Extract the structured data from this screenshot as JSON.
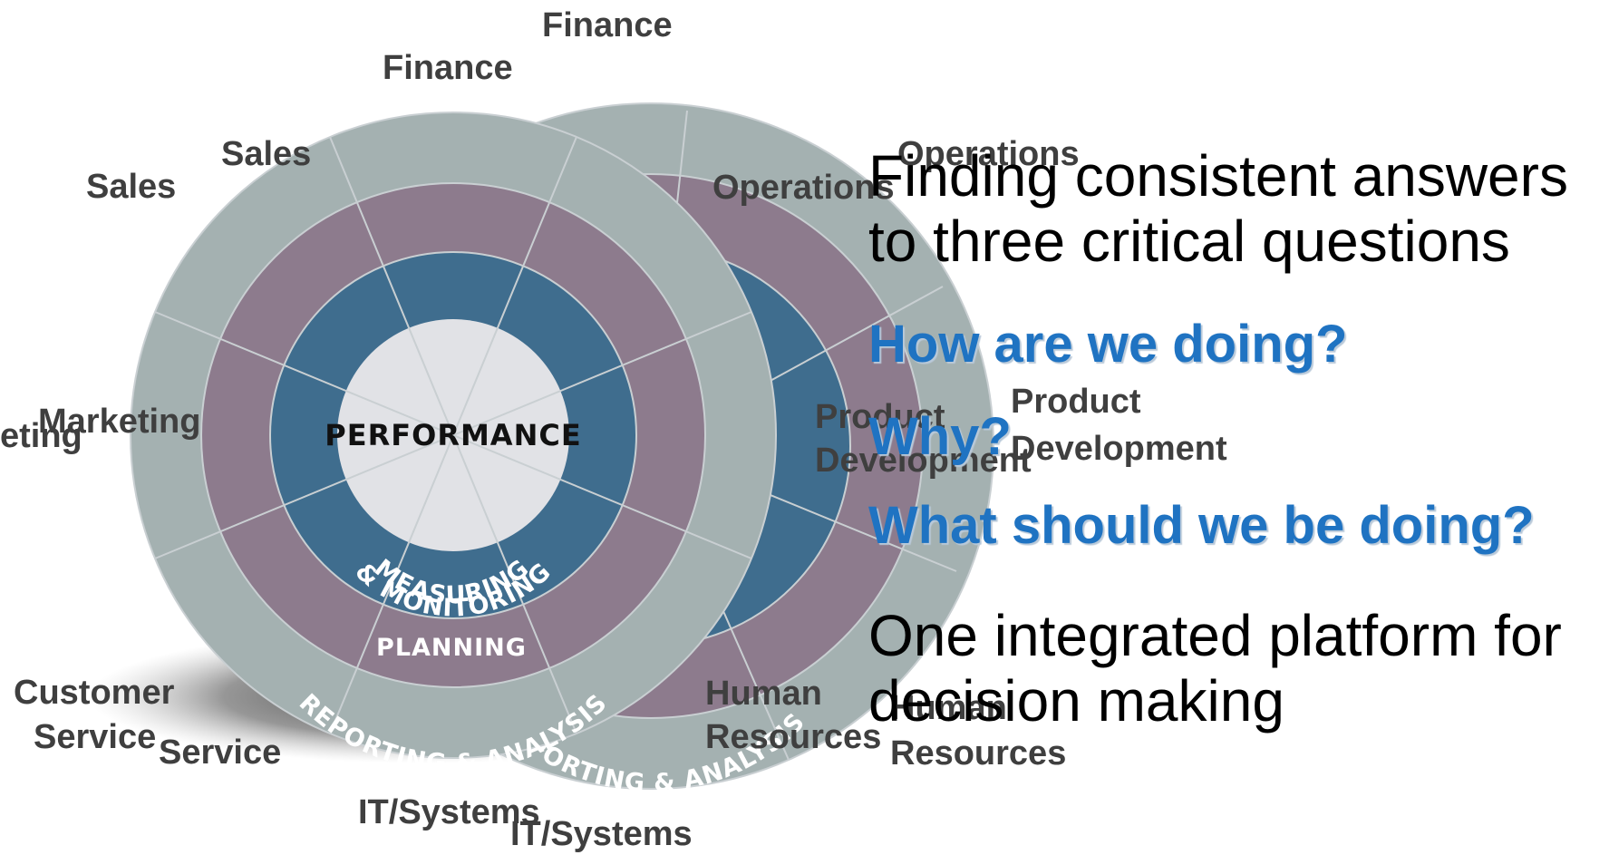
{
  "diagram": {
    "core_label": "PERFORMANCE",
    "ring_labels": {
      "measuring": [
        "MEASURING",
        "& MONITORING"
      ],
      "planning": "PLANNING",
      "reporting": "REPORTING & ANALYSIS"
    },
    "back_wheel": {
      "reporting_label": "REPORTING & ANALYSIS",
      "departments": {
        "finance": "Finance",
        "operations": "Operations",
        "product_development": [
          "Product",
          "Development"
        ],
        "human_resources": [
          "Human",
          "Resources"
        ],
        "it_systems": "IT/Systems",
        "customer_service": "Service"
      }
    },
    "front_wheel": {
      "departments": {
        "finance": "Finance",
        "sales": "Sales",
        "operations": "Operations",
        "product_development": [
          "Product",
          "Development"
        ],
        "human_resources": [
          "Human",
          "Resources"
        ],
        "it_systems": "IT/Systems",
        "customer_service": [
          "Customer",
          "Service"
        ],
        "marketing": "Marketing"
      }
    },
    "other_labels": {
      "sales": "Sales",
      "marketing_partial": "eting"
    },
    "colors": {
      "outer_ring": "#a4b1b1",
      "middle_ring": "#8d7b8d",
      "inner_ring": "#3f6d8e",
      "core": "#e1e2e6",
      "dividers": "#c9cfd2",
      "question_text": "#1f73c2"
    }
  },
  "text_panel": {
    "headline": [
      "Finding consistent answers",
      "to three critical questions"
    ],
    "questions": [
      "How are we doing?",
      "Why?",
      "What should we be doing?"
    ],
    "footer": [
      "One integrated platform for",
      "decision making"
    ]
  }
}
